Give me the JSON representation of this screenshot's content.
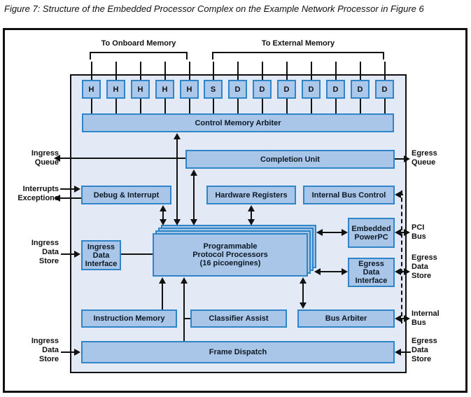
{
  "title": "Figure 7: Structure of the Embedded Processor Complex on the Example Network Processor in Figure 6",
  "colors": {
    "block_fill": "#a9c5e8",
    "block_border": "#2e86c8",
    "panel_fill": "#e4eaf5",
    "line": "#111111"
  },
  "brackets": {
    "onboard": "To Onboard Memory",
    "external": "To External Memory"
  },
  "chips": [
    "H",
    "H",
    "H",
    "H",
    "H",
    "S",
    "D",
    "D",
    "D",
    "D",
    "D",
    "D",
    "D"
  ],
  "blocks": {
    "control_memory_arbiter": "Control Memory Arbiter",
    "completion_unit": "Completion Unit",
    "debug_interrupt": "Debug & Interrupt",
    "hardware_registers": "Hardware Registers",
    "internal_bus_control": "Internal Bus Control",
    "ingress_data_interface": "Ingress\nData\nInterface",
    "programmable_protocol_processors": "Programmable\nProtocol Processors\n(16 picoengines)",
    "embedded_powerpc": "Embedded\nPowerPC",
    "egress_data_interface": "Egress\nData\nInterface",
    "instruction_memory": "Instruction Memory",
    "classifier_assist": "Classifier Assist",
    "bus_arbiter": "Bus Arbiter",
    "frame_dispatch": "Frame Dispatch"
  },
  "left_labels": {
    "ingress_queue": "Ingress\nQueue",
    "interrupts": "Interrupts",
    "exceptions": "Exceptions",
    "ingress_data_store_mid": "Ingress\nData\nStore",
    "ingress_data_store_bottom": "Ingress\nData\nStore"
  },
  "right_labels": {
    "egress_queue": "Egress\nQueue",
    "pci_bus": "PCI\nBus",
    "egress_data_store_mid": "Egress\nData\nStore",
    "internal_bus": "Internal\nBus",
    "egress_data_store_bottom": "Egress\nData\nStore"
  }
}
